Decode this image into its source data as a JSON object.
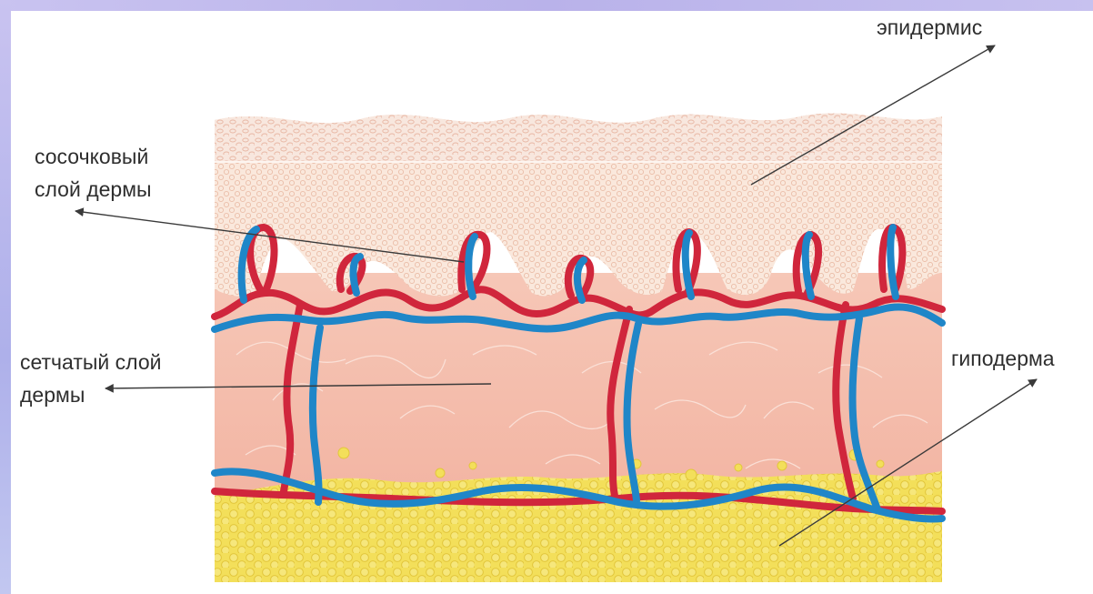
{
  "labels": {
    "epidermis": "эпидермис",
    "papillary_line1": "сосочковый",
    "papillary_line2": "слой дермы",
    "reticular_line1": "сетчатый слой",
    "reticular_line2": "дермы",
    "hypodermis": "гиподерма"
  },
  "colors": {
    "frame": "#b9b2ea",
    "epidermis": "#f7e3d8",
    "dermis": "#f3b9a8",
    "hypodermis": "#f1de5a",
    "artery": "#d0263c",
    "vein": "#1f86c8",
    "pointer": "#3a3a3a"
  }
}
